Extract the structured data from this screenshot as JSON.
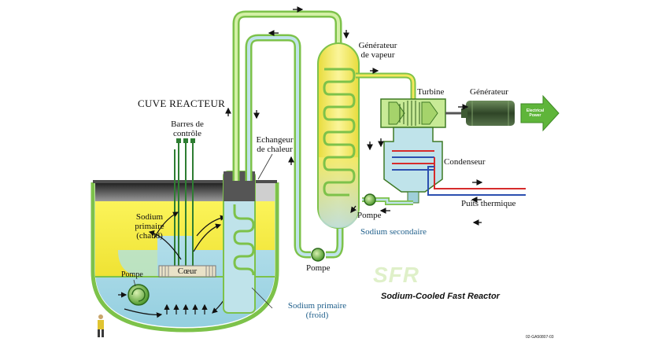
{
  "labels": {
    "vessel_title": "CUVE REACTEUR",
    "control_rods": [
      "Barres de",
      "contrôle"
    ],
    "heat_exchanger": [
      "Echangeur",
      "de chaleur"
    ],
    "steam_generator": [
      "Générateur",
      "de vapeur"
    ],
    "turbine": "Turbine",
    "generator": "Générateur",
    "electrical_power": [
      "Electrical",
      "Power"
    ],
    "condenser": "Condenseur",
    "heat_sink": "Puits thermique",
    "pump_secondary_right": "Pompe",
    "secondary_sodium": "Sodium secondaire",
    "pump_secondary_bottom": "Pompe",
    "hot_primary_sodium": [
      "Sodium",
      "primaire",
      "(chaud)"
    ],
    "core": "Cœur",
    "pump_primary": "Pompe",
    "cold_primary_sodium": [
      "Sodium primaire",
      "(froid)"
    ],
    "logo_text": "SFR",
    "logo_subtitle": "Sodium-Cooled Fast Reactor",
    "figure_code": "02-GA50807-03"
  },
  "colors": {
    "hot_sodium": "#f2e83a",
    "cold_sodium": "#a9d8e6",
    "vessel_wall": "#7dc24a",
    "pipe_green": "#8cc63f",
    "steam_generator": "#f4e85c",
    "turbine_green": "#b6e07a",
    "generator_dark": "#3e5a33",
    "power_arrow": "#5fb53a",
    "hot_water_line": "#d62b2b",
    "cold_water_line": "#2b4fb0"
  }
}
